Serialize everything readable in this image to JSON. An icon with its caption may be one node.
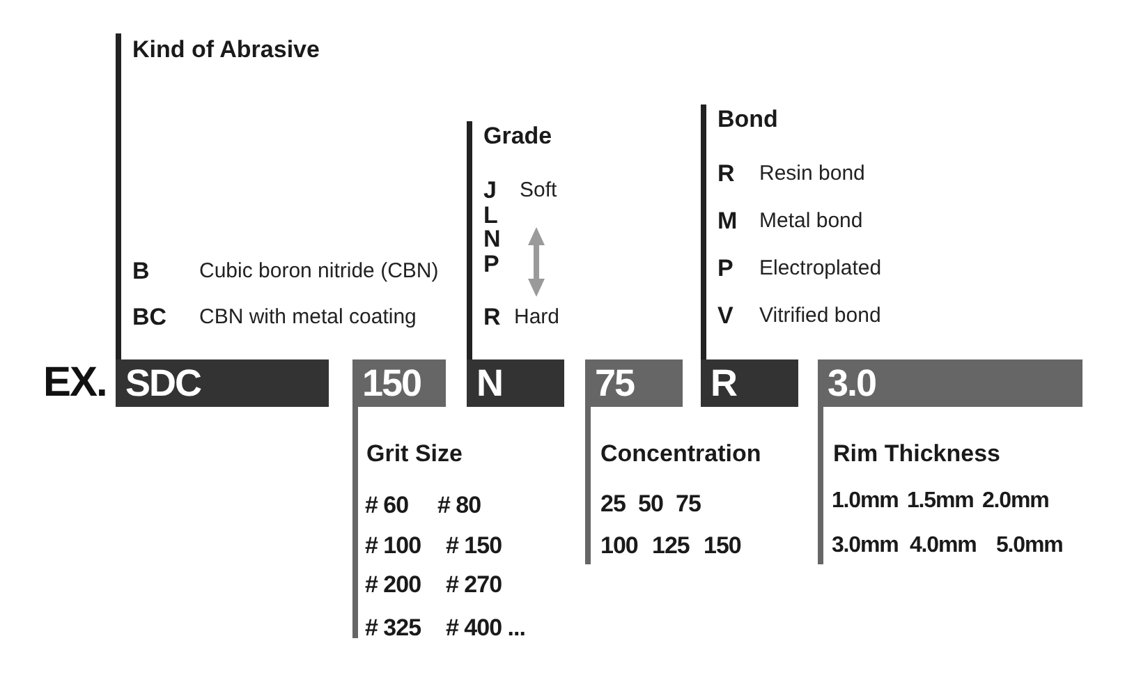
{
  "diagram": {
    "nodes": [
      {
        "text": [
          "Kind of Abrasive",
          "B",
          "Cubic boron nitride (CBN)",
          "BC",
          "CBN with metal coating"
        ]
      },
      {
        "text": [
          "Grade",
          "J",
          "Soft",
          "L",
          "N",
          "P",
          "R",
          "Hard"
        ]
      },
      {
        "text": [
          "Bond",
          "R",
          "Resin bond",
          "M",
          "Metal bond",
          "P",
          "Electroplated",
          "V",
          "Vitrified bond"
        ]
      },
      {
        "text": [
          "SDC"
        ]
      },
      {
        "text": [
          "150"
        ]
      },
      {
        "text": [
          "N"
        ]
      },
      {
        "text": [
          "75"
        ]
      },
      {
        "text": [
          "R"
        ]
      },
      {
        "text": [
          "3.0"
        ]
      },
      {
        "text": [
          "Grit Size",
          "# 60",
          "# 80",
          "# 100",
          "# 150",
          "# 200",
          "# 270",
          "# 325",
          "# 400 ..."
        ]
      },
      {
        "text": [
          "Concentration",
          "25",
          "50",
          "75",
          "100",
          "125",
          "150"
        ]
      },
      {
        "text": [
          "Rim Thickness",
          "1.0mm",
          "1.5mm",
          "2.0mm",
          "3.0mm",
          "4.0mm",
          "5.0mm"
        ]
      }
    ],
    "edges": [
      {
        "from": 0,
        "to": 3,
        "arrow": "none"
      },
      {
        "from": 1,
        "to": 5,
        "arrow": "none"
      },
      {
        "from": 2,
        "to": 7,
        "arrow": "none"
      },
      {
        "from": 9,
        "to": 4,
        "arrow": "none",
        "color": "#666666"
      },
      {
        "from": 10,
        "to": 6,
        "arrow": "none",
        "color": "#666666"
      },
      {
        "from": 11,
        "to": 8,
        "arrow": "none",
        "color": "#666666"
      }
    ],
    "labels": [
      "EX."
    ]
  }
}
